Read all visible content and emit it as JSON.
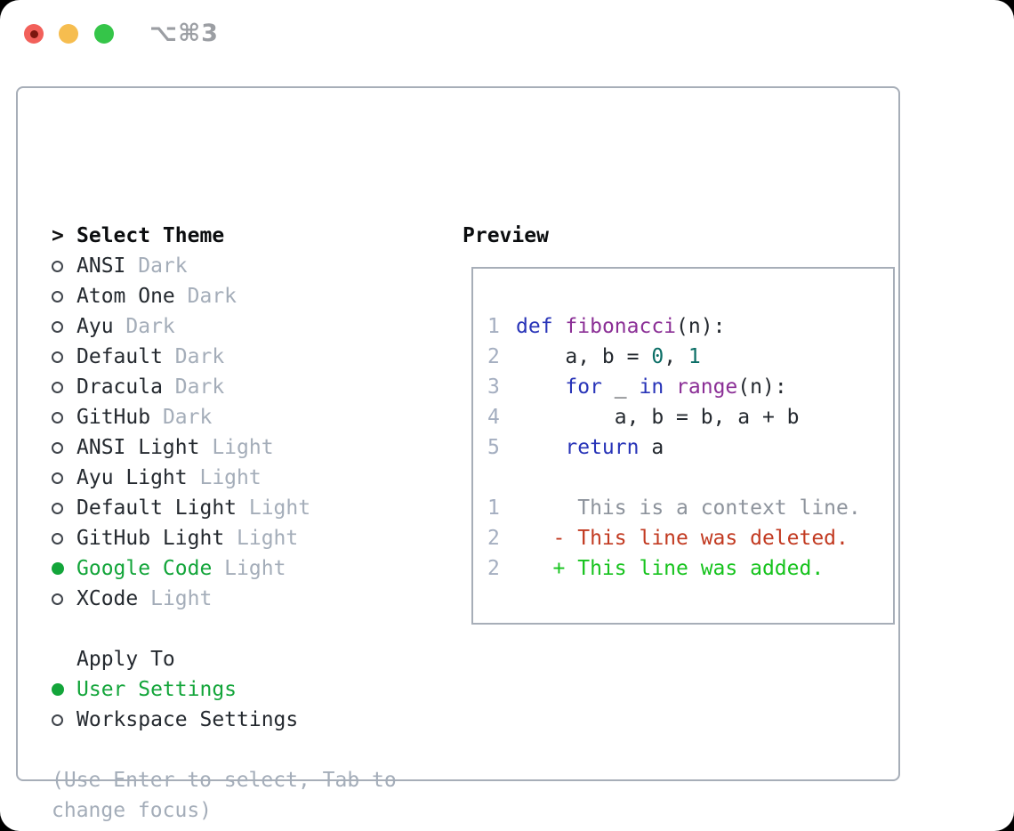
{
  "window": {
    "shortcut": "⌥⌘3",
    "traffic_lights": {
      "close": "close-button",
      "minimize": "minimize-button",
      "zoom": "zoom-button"
    }
  },
  "theme_picker": {
    "cursor_marker": ">",
    "title": "Select Theme",
    "themes": [
      {
        "name": "ANSI",
        "variant": "Dark",
        "selected": false
      },
      {
        "name": "Atom One",
        "variant": "Dark",
        "selected": false
      },
      {
        "name": "Ayu",
        "variant": "Dark",
        "selected": false
      },
      {
        "name": "Default",
        "variant": "Dark",
        "selected": false
      },
      {
        "name": "Dracula",
        "variant": "Dark",
        "selected": false
      },
      {
        "name": "GitHub",
        "variant": "Dark",
        "selected": false
      },
      {
        "name": "ANSI Light",
        "variant": "Light",
        "selected": false
      },
      {
        "name": "Ayu Light",
        "variant": "Light",
        "selected": false
      },
      {
        "name": "Default Light",
        "variant": "Light",
        "selected": false
      },
      {
        "name": "GitHub Light",
        "variant": "Light",
        "selected": false
      },
      {
        "name": "Google Code",
        "variant": "Light",
        "selected": true
      },
      {
        "name": "XCode",
        "variant": "Light",
        "selected": false
      }
    ],
    "apply_to": {
      "title": "Apply To",
      "options": [
        {
          "name": "User Settings",
          "selected": true
        },
        {
          "name": "Workspace Settings",
          "selected": false
        }
      ]
    },
    "hint_line1": "(Use Enter to select, Tab to",
    "hint_line2": "change focus)"
  },
  "preview": {
    "title": "Preview",
    "lines": [
      {
        "num": "1",
        "segments": [
          {
            "t": "def",
            "c": "kw"
          },
          {
            "t": " ",
            "c": "pl"
          },
          {
            "t": "fibonacci",
            "c": "fn"
          },
          {
            "t": "(n):",
            "c": "pl"
          }
        ]
      },
      {
        "num": "2",
        "segments": [
          {
            "t": "    a, b = ",
            "c": "pl"
          },
          {
            "t": "0",
            "c": "num"
          },
          {
            "t": ", ",
            "c": "pl"
          },
          {
            "t": "1",
            "c": "num"
          }
        ]
      },
      {
        "num": "3",
        "segments": [
          {
            "t": "    ",
            "c": "pl"
          },
          {
            "t": "for",
            "c": "kw"
          },
          {
            "t": " _ ",
            "c": "pl"
          },
          {
            "t": "in",
            "c": "kw"
          },
          {
            "t": " ",
            "c": "pl"
          },
          {
            "t": "range",
            "c": "fn"
          },
          {
            "t": "(n):",
            "c": "pl"
          }
        ]
      },
      {
        "num": "4",
        "segments": [
          {
            "t": "        a, b = b, a + b",
            "c": "pl"
          }
        ]
      },
      {
        "num": "5",
        "segments": [
          {
            "t": "    ",
            "c": "pl"
          },
          {
            "t": "return",
            "c": "kw"
          },
          {
            "t": " a",
            "c": "pl"
          }
        ]
      },
      {
        "num": "",
        "segments": []
      },
      {
        "num": "1",
        "segments": [
          {
            "t": "     This is a context line.",
            "c": "ctx"
          }
        ]
      },
      {
        "num": "2",
        "segments": [
          {
            "t": "   - This line was deleted.",
            "c": "del"
          }
        ]
      },
      {
        "num": "2",
        "segments": [
          {
            "t": "   + This line was added.",
            "c": "add"
          }
        ]
      }
    ]
  },
  "colors": {
    "selection_green": "#13a53a",
    "added_green": "#16c31d",
    "deleted_red": "#c23a21",
    "keyword_blue": "#2834b8",
    "function_purple": "#8b2f96",
    "number_teal": "#0b6e66",
    "muted_gray": "#a4adb9",
    "border_gray": "#a7aeb8",
    "traffic_red": "#f2605a",
    "traffic_yellow": "#f6bd4f",
    "traffic_green": "#35c549"
  }
}
